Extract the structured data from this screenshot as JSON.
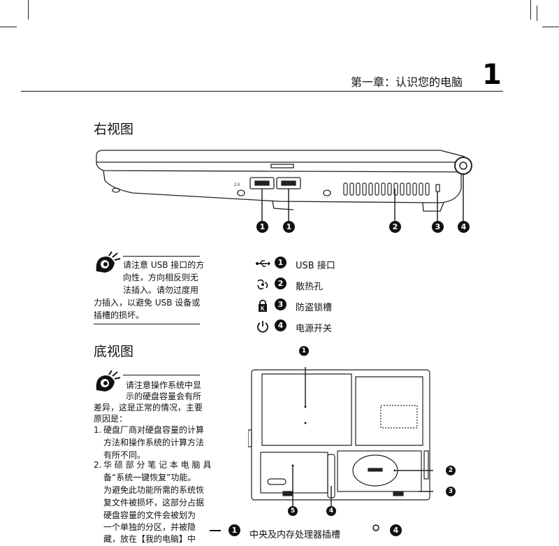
{
  "header": {
    "chapter_title": "第一章：认识您的电脑",
    "chapter_number": "1"
  },
  "right_view": {
    "section_title": "右视图",
    "usb_label": "2.0",
    "callouts": [
      "1",
      "1",
      "2",
      "3",
      "4"
    ]
  },
  "note1": {
    "lines": [
      "请注意 USB 接口的方",
      "向性，方向相反则无",
      "法插入。请勿过度用",
      "力插入，以避免 USB 设备或",
      "插槽的损坏。"
    ]
  },
  "legend": [
    {
      "icon": "usb-icon",
      "number": "1",
      "label": "USB 接口"
    },
    {
      "icon": "fan-vent-icon",
      "number": "2",
      "label": "散热孔"
    },
    {
      "icon": "kensington-lock-icon",
      "number": "3",
      "label": "防盗锁槽"
    },
    {
      "icon": "power-icon",
      "number": "4",
      "label": "电源开关"
    }
  ],
  "bottom_view": {
    "section_title": "底视图",
    "callouts": [
      "1",
      "2",
      "3",
      "4",
      "5"
    ]
  },
  "note2": {
    "lines": [
      "请注意操作系统中显",
      "示的硬盘容量会有所",
      "差异，这是正常的情况，主要",
      "原因是："
    ],
    "list": [
      {
        "marker": "1.",
        "lines": [
          "硬盘厂商对硬盘容量的计算",
          "方法和操作系统的计算方法",
          "有所不同。"
        ]
      },
      {
        "marker": "2.",
        "lines": [
          "华 硕 部 分 笔 记 本 电 脑 具",
          "备“系统一键恢复”功能。",
          "为避免此功能所需的系统恢",
          "复文件被损坏，这部分占据",
          "硬盘容量的文件会被划为",
          "一个单独的分区，并被隐",
          "藏，放在【我的电脑】中"
        ]
      }
    ]
  },
  "bottom_legend": {
    "num1": "1",
    "label1": "中央及内存处理器插槽",
    "num4": "4"
  }
}
